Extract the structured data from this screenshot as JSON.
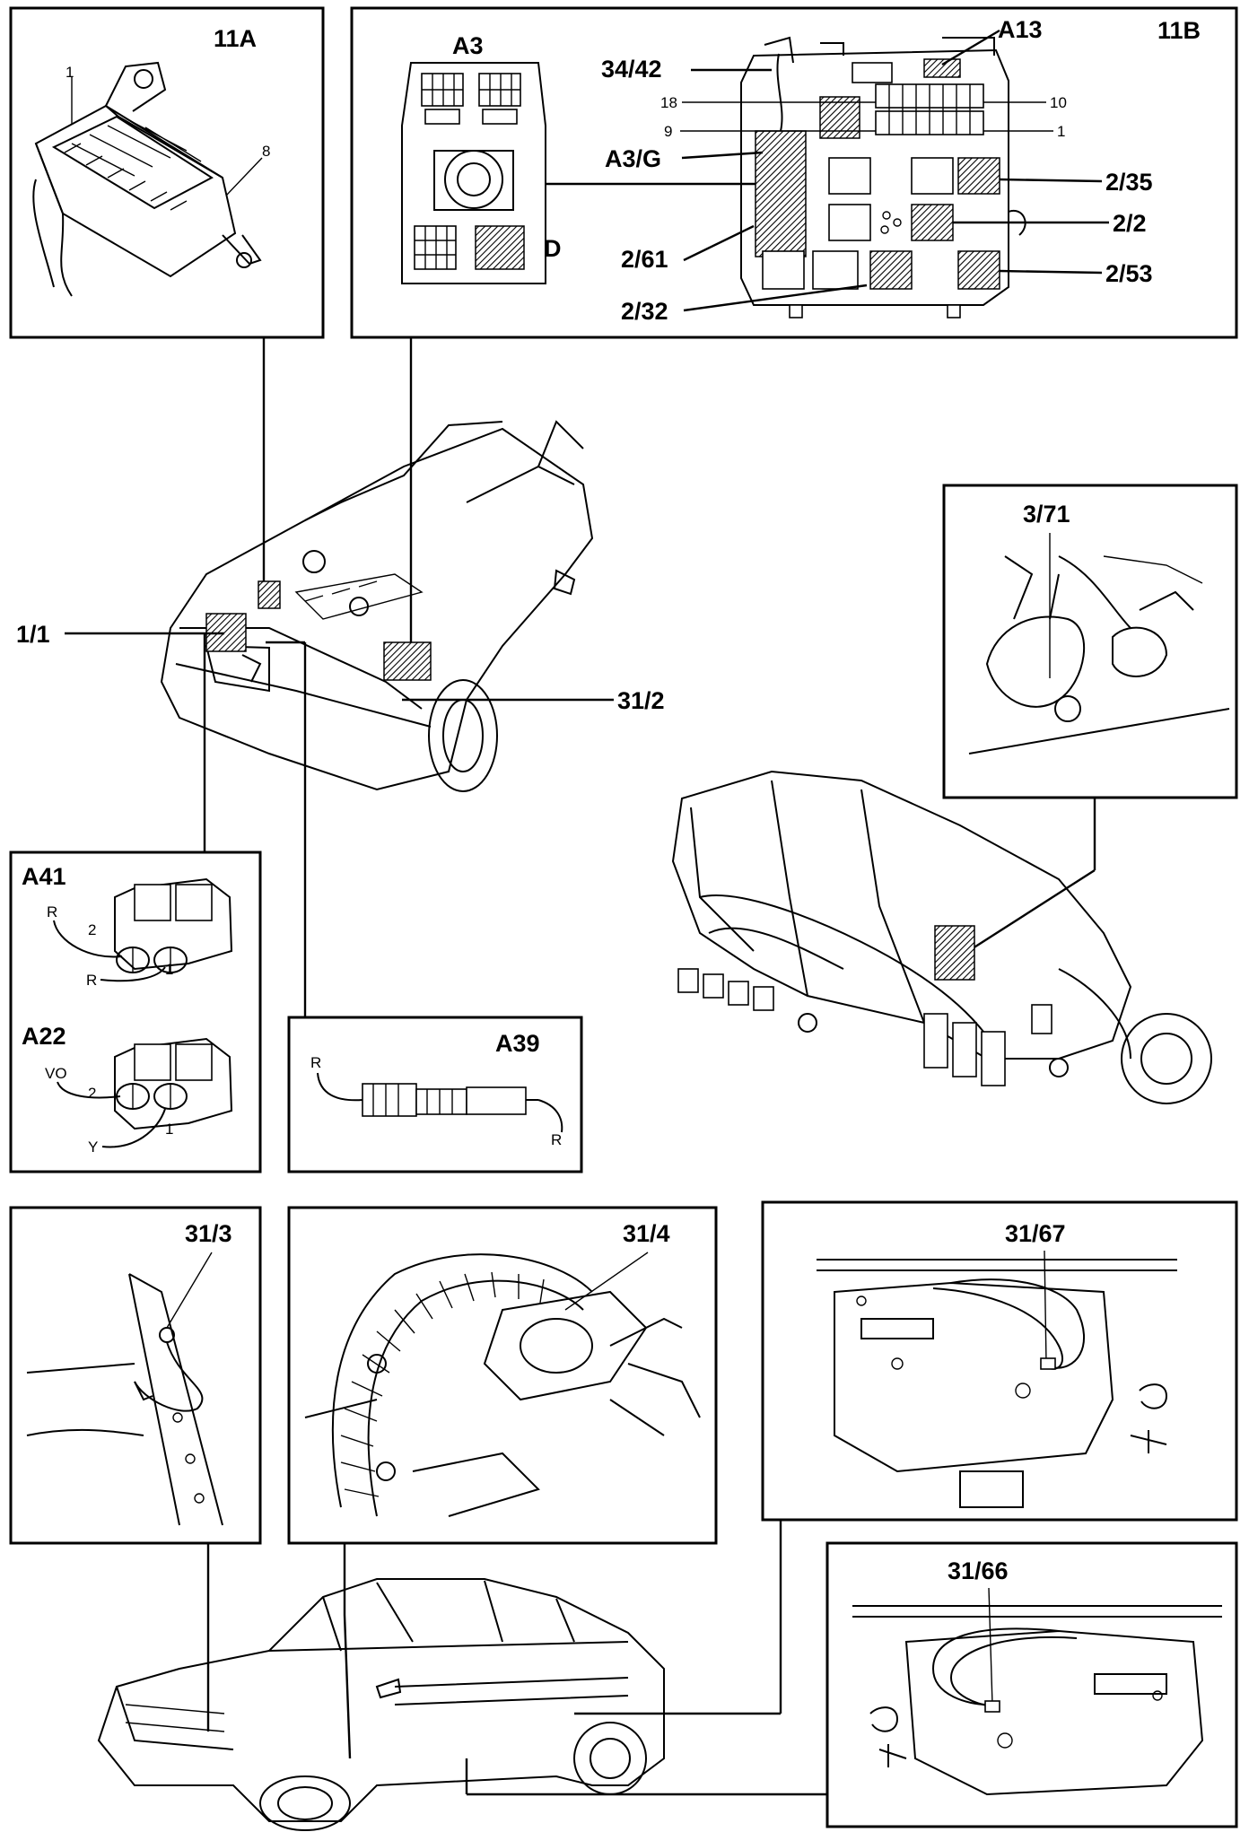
{
  "panels": {
    "p11a": {
      "title": "11A",
      "pin_1": "1",
      "pin_8": "8"
    },
    "p11b": {
      "title": "11B",
      "a3": "A3",
      "d": "D",
      "a13": "A13",
      "c34_42": "34/42",
      "n18": "18",
      "n10": "10",
      "n9": "9",
      "n1": "1",
      "a3g": "A3/G",
      "c2_35": "2/35",
      "c2_2": "2/2",
      "c2_61": "2/61",
      "c2_53": "2/53",
      "c2_32": "2/32"
    },
    "p3_71": {
      "title": "3/71"
    },
    "pA41": {
      "title": "A41",
      "wire_top": "R",
      "pin_top": "2",
      "wire_bottom": "R",
      "pin_bottom": "1"
    },
    "pA22": {
      "title": "A22",
      "wire_top": "VO",
      "pin_top": "2",
      "wire_bottom": "Y",
      "pin_bottom": "1"
    },
    "pA39": {
      "title": "A39",
      "wire_left": "R",
      "wire_right": "R"
    },
    "p31_3": {
      "title": "31/3"
    },
    "p31_4": {
      "title": "31/4"
    },
    "p31_67": {
      "title": "31/67"
    },
    "p31_66": {
      "title": "31/66"
    }
  },
  "callouts": {
    "c1_1": "1/1",
    "c31_2": "31/2"
  },
  "icons": [
    "fuse-box",
    "relay-connector",
    "car-front",
    "car-side",
    "transmission",
    "wire-harness"
  ]
}
